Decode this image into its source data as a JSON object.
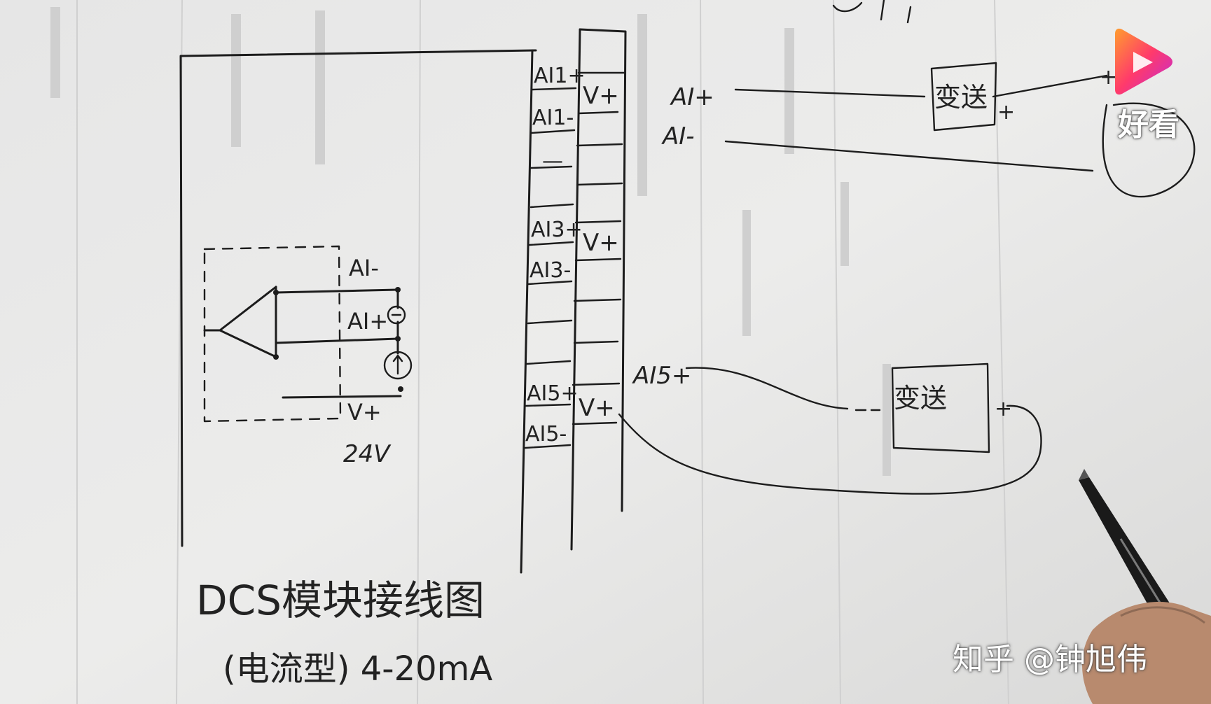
{
  "watermark": {
    "logo_text": "好看",
    "credit": "知乎 @钟旭伟"
  },
  "diagram": {
    "title": "DCS模块接线图",
    "subtitle": "(电流型) 4-20mA",
    "left_panel": {
      "labels": {
        "ai_minus": "AI-",
        "ai_plus": "AI+",
        "v_plus": "V+",
        "voltage": "24V"
      }
    },
    "terminal_strip": {
      "left_column": [
        "AI1+",
        "AI1-",
        "—",
        "AI3+",
        "AI3-",
        "AI5+",
        "AI5-"
      ],
      "right_column": [
        "V+",
        "V+",
        "V+"
      ]
    },
    "top_right": {
      "ai_plus": "AI+",
      "ai_minus": "AI-",
      "transmitter": "变送",
      "plus_a": "+",
      "plus_b": "+"
    },
    "bottom_right": {
      "ai5_plus": "AI5+",
      "transmitter": "变送",
      "plus": "+"
    }
  }
}
